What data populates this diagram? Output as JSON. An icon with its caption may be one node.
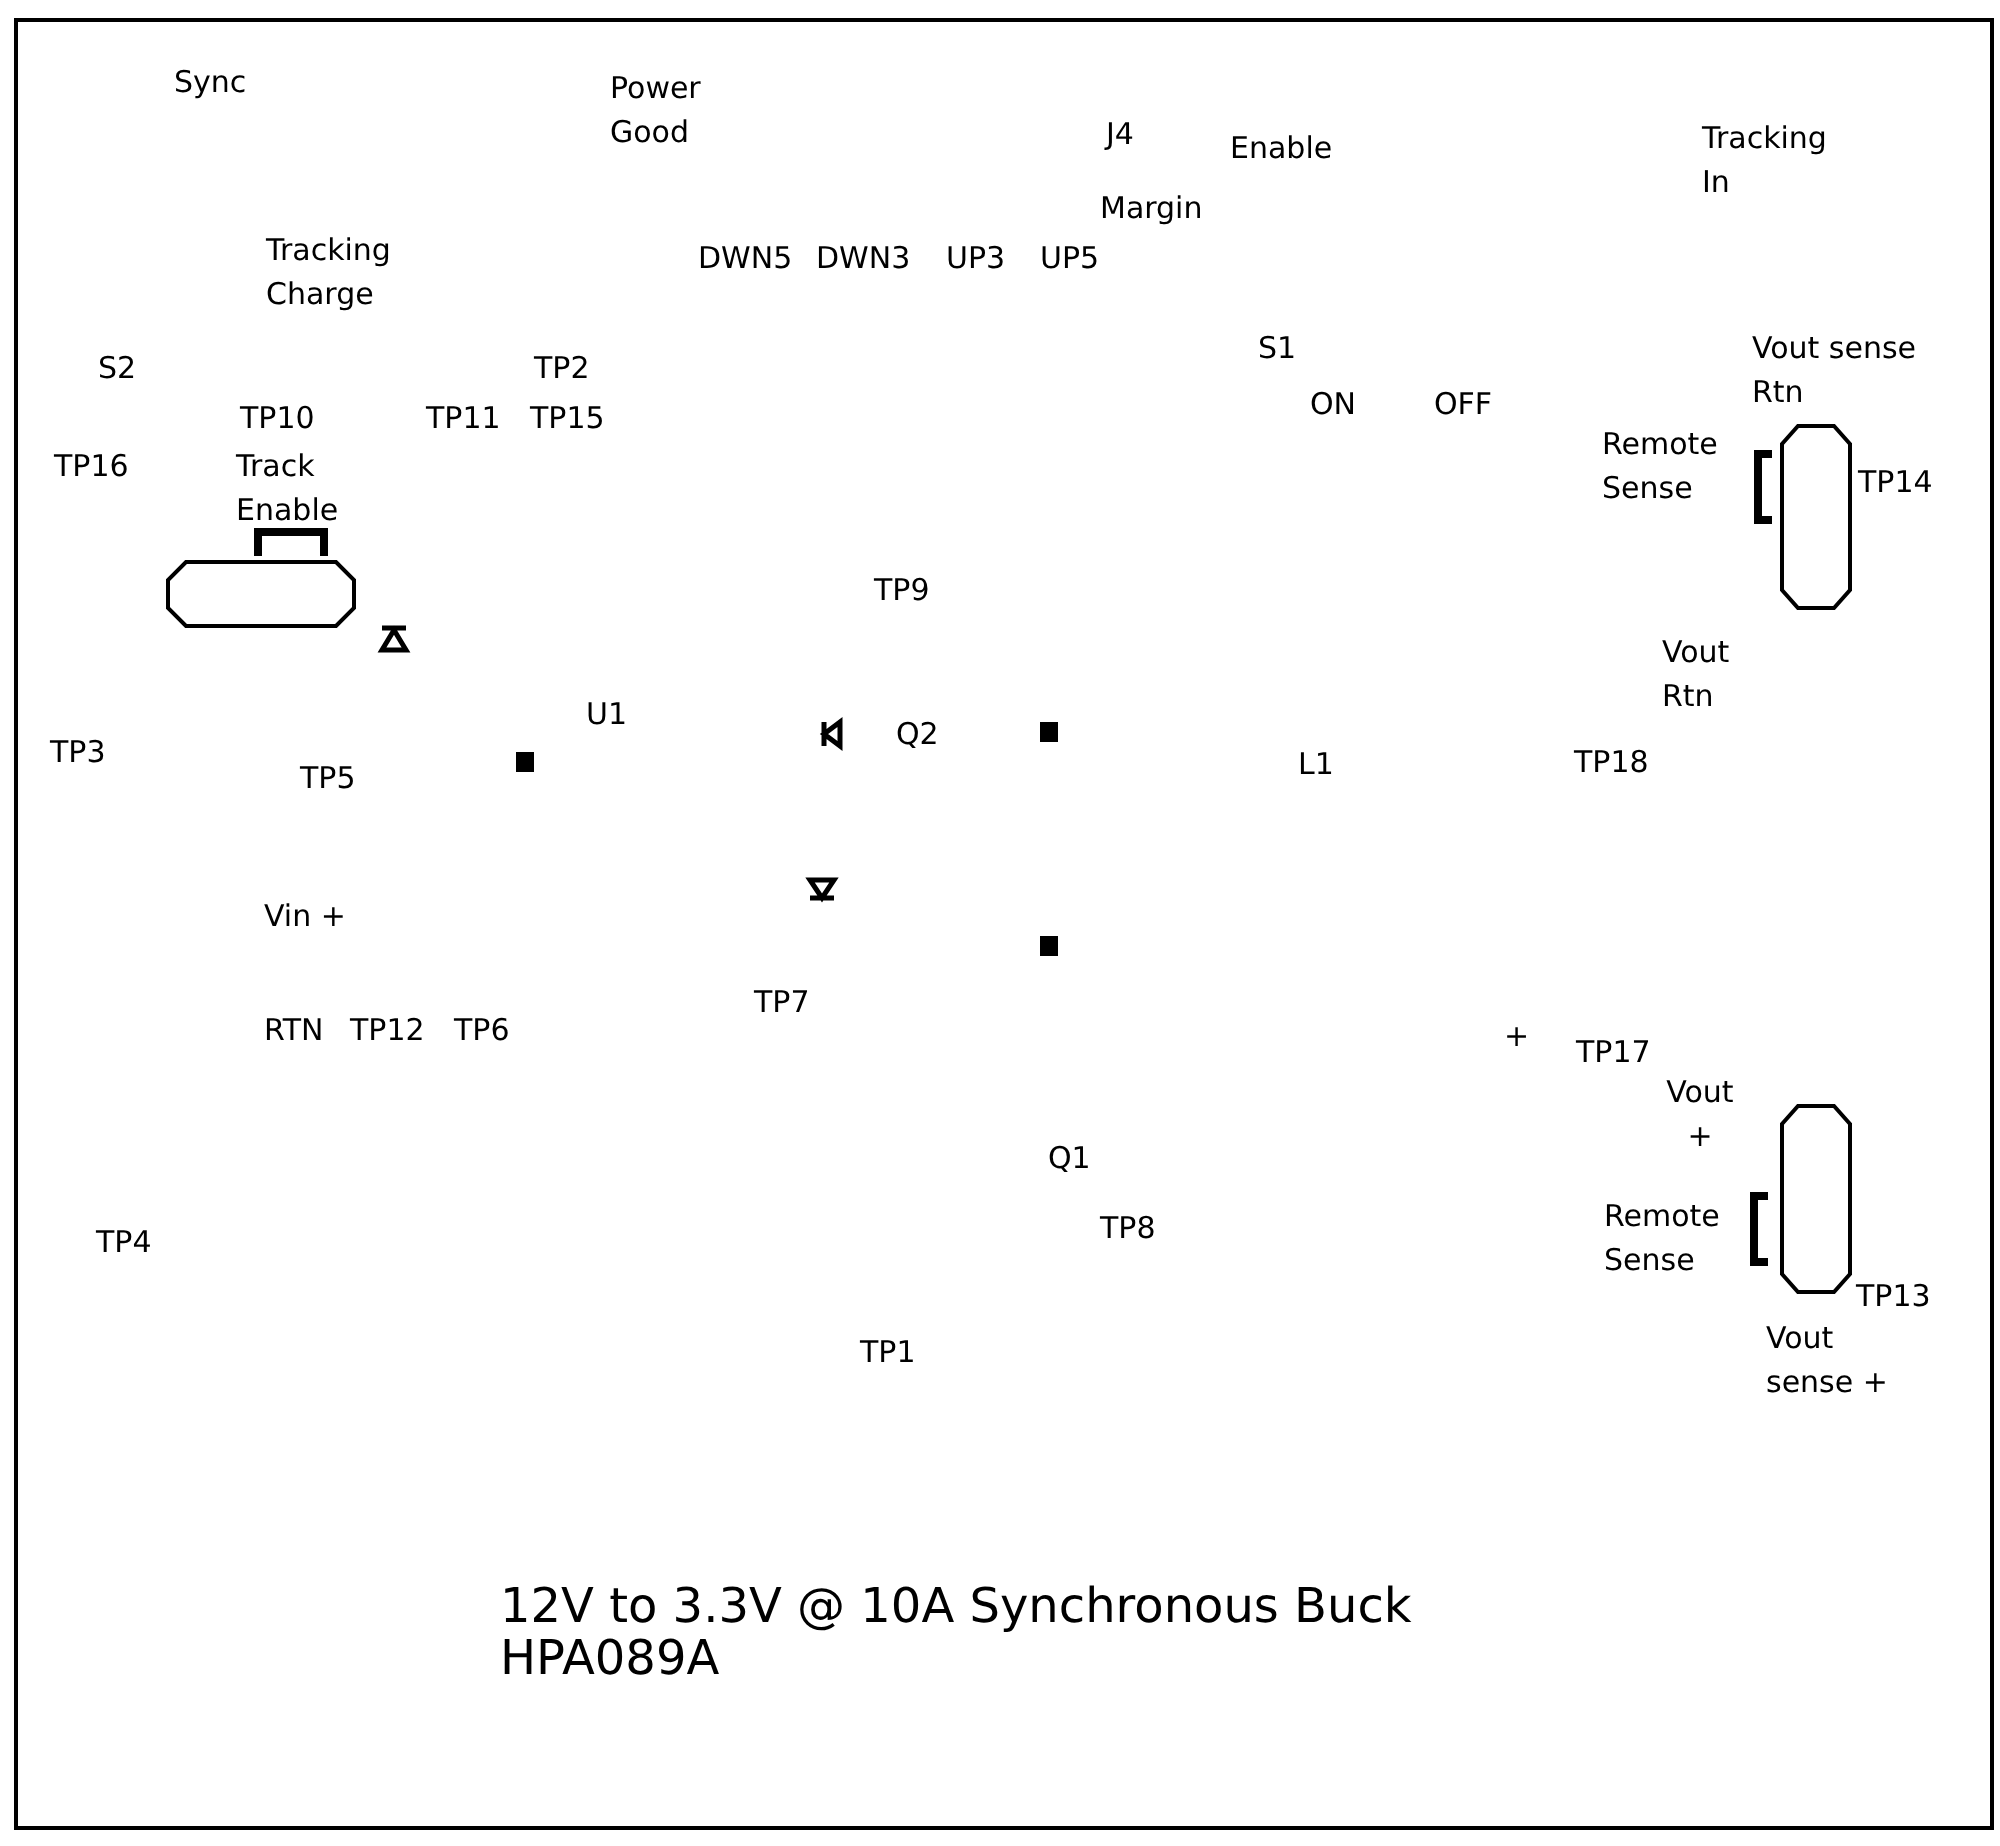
{
  "diagram": {
    "labels": [
      "Sync",
      "Power Good",
      "J4",
      "Enable",
      "Tracking In",
      "Margin",
      "Tracking Charge",
      "DWN5",
      "DWN3",
      "UP3",
      "UP5",
      "S1",
      "Vout sense Rtn",
      "S2",
      "TP2",
      "ON",
      "OFF",
      "TP10",
      "TP11",
      "TP15",
      "TP16",
      "Track Enable",
      "Remote Sense",
      "TP14",
      "TP9",
      "Vout Rtn",
      "U1",
      "Q2",
      "TP3",
      "TP5",
      "L1",
      "TP18",
      "Vin +",
      "TP7",
      "RTN",
      "TP12",
      "TP6",
      "+",
      "TP17",
      "Vout +",
      "Q1",
      "Remote Sense",
      "TP4",
      "TP8",
      "TP13",
      "TP1",
      "Vout sense +",
      "12V to 3.3V @ 10A Synchronous Buck",
      "HPA089A"
    ]
  }
}
